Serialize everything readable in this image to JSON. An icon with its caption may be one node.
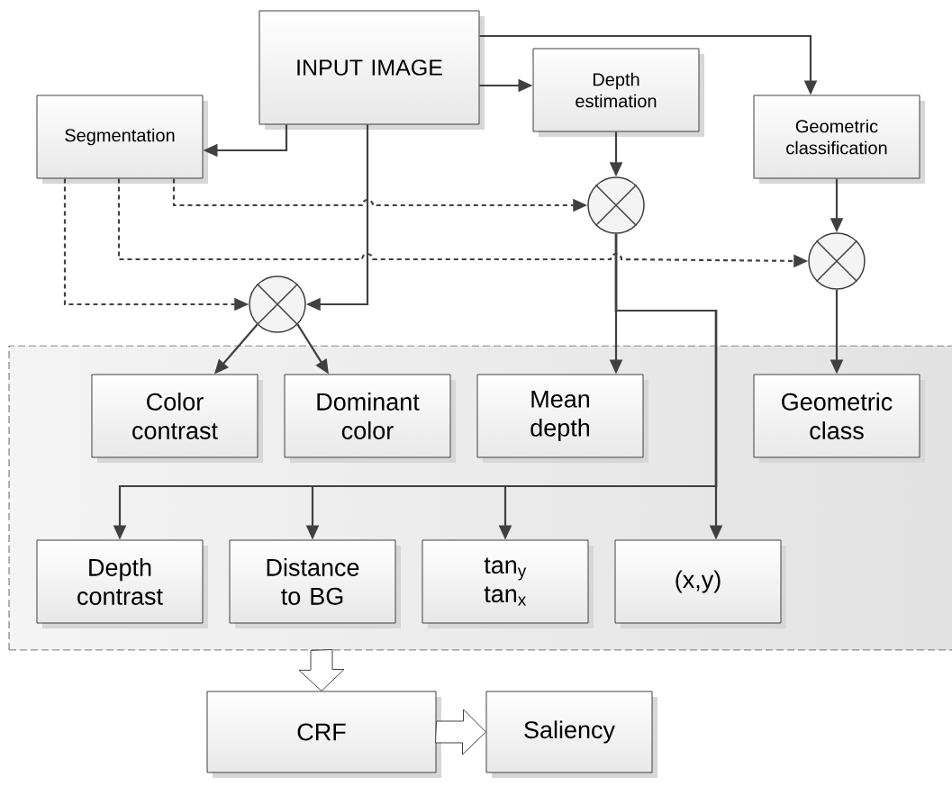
{
  "diagram": {
    "nodes": [
      {
        "text": [
          "INPUT IMAGE"
        ]
      },
      {
        "text": [
          "Depth estimation"
        ]
      },
      {
        "text": [
          "Segmentation"
        ]
      },
      {
        "text": [
          "Geometric classification"
        ]
      },
      {
        "text": [],
        "shape": "circle"
      },
      {
        "text": [],
        "shape": "circle"
      },
      {
        "text": [],
        "shape": "circle"
      },
      {
        "text": [],
        "shape": "box"
      },
      {
        "text": [
          "Color contrast"
        ],
        "in": 7
      },
      {
        "text": [
          "Dominant color"
        ],
        "in": 7
      },
      {
        "text": [
          "Mean depth"
        ],
        "in": 7
      },
      {
        "text": [
          "Geometric class"
        ],
        "in": 7
      },
      {
        "text": [
          "Depth contrast"
        ],
        "in": 7
      },
      {
        "text": [
          "Distance to BG"
        ],
        "in": 7
      },
      {
        "text": [
          "tan$_{y}$ tan$_{x}$"
        ],
        "in": 7
      },
      {
        "text": [
          "(x,y)"
        ],
        "in": 7
      },
      {
        "text": [
          "CRF"
        ]
      },
      {
        "text": [
          "Saliency"
        ]
      }
    ],
    "edges": [
      {
        "from": 0,
        "to": 2,
        "arrow": "to"
      },
      {
        "from": 0,
        "to": 1,
        "arrow": "to"
      },
      {
        "from": 0,
        "to": 3,
        "arrow": "to"
      },
      {
        "from": 0,
        "to": 6,
        "arrow": "to"
      },
      {
        "from": 1,
        "to": 4,
        "arrow": "to"
      },
      {
        "from": 2,
        "to": 4,
        "arrow": "to",
        "style": "dashed"
      },
      {
        "from": 2,
        "to": 5,
        "arrow": "to",
        "style": "dashed"
      },
      {
        "from": 2,
        "to": 6,
        "arrow": "to",
        "style": "dashed"
      },
      {
        "from": 3,
        "to": 5,
        "arrow": "to"
      },
      {
        "from": 4,
        "to": 10,
        "arrow": "to"
      },
      {
        "from": 4,
        "to": 12,
        "arrow": "to"
      },
      {
        "from": 4,
        "to": 13,
        "arrow": "to"
      },
      {
        "from": 4,
        "to": 14,
        "arrow": "to"
      },
      {
        "from": 4,
        "to": 15,
        "arrow": "to"
      },
      {
        "from": 5,
        "to": 11,
        "arrow": "to"
      },
      {
        "from": 6,
        "to": 8,
        "arrow": "to"
      },
      {
        "from": 6,
        "to": 9,
        "arrow": "to"
      },
      {
        "from": 7,
        "to": 16,
        "arrow": "to",
        "style": "thick"
      },
      {
        "from": 16,
        "to": 17,
        "arrow": "to",
        "style": "thick"
      }
    ]
  }
}
